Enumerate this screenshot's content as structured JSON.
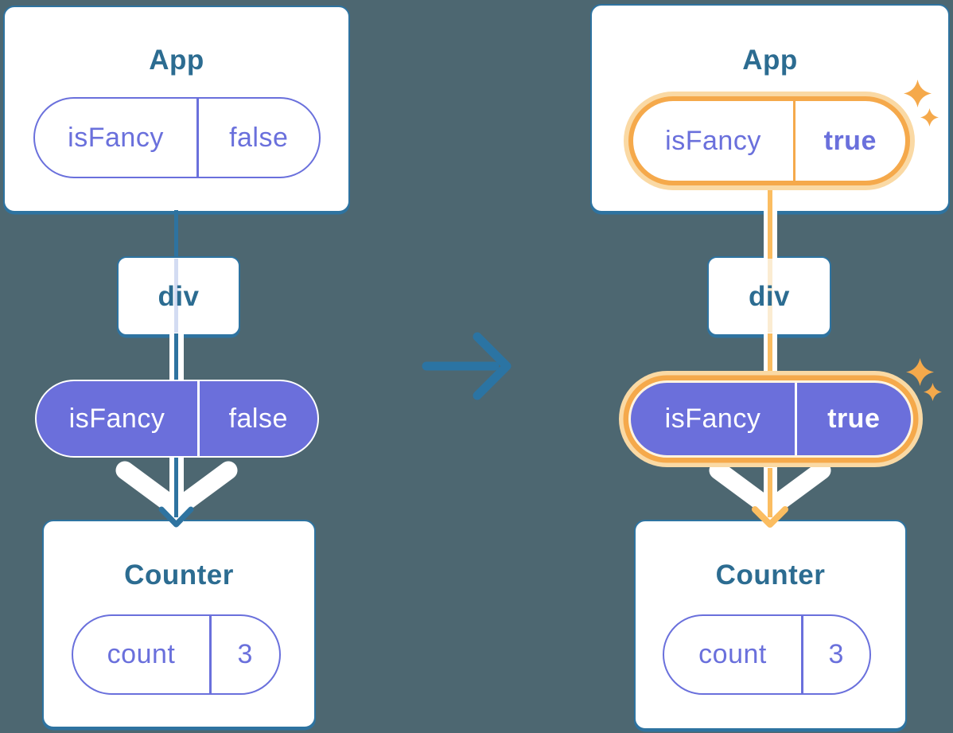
{
  "left": {
    "app_title": "App",
    "app_pill": {
      "name": "isFancy",
      "value": "false"
    },
    "div_title": "div",
    "prop_pill": {
      "name": "isFancy",
      "value": "false"
    },
    "counter_title": "Counter",
    "state_pill": {
      "name": "count",
      "value": "3"
    }
  },
  "right": {
    "app_title": "App",
    "app_pill": {
      "name": "isFancy",
      "value": "true"
    },
    "div_title": "div",
    "prop_pill": {
      "name": "isFancy",
      "value": "true"
    },
    "counter_title": "Counter",
    "state_pill": {
      "name": "count",
      "value": "3"
    }
  },
  "colors": {
    "background": "#4D6771",
    "card_border_teal": "#2E73A0",
    "title_teal": "#2C6C91",
    "purple_accent": "#6A70DC",
    "purple_fill": "#6B6FDB",
    "orange_highlight": "#F5A94B",
    "orange_line": "#FBBD61",
    "orange_glow_light": "#FAD9A4",
    "pale_purple_passthrough": "#D3DCF2",
    "pale_orange_passthrough": "#FBECD2",
    "arrow_blue": "#2B74A3"
  }
}
